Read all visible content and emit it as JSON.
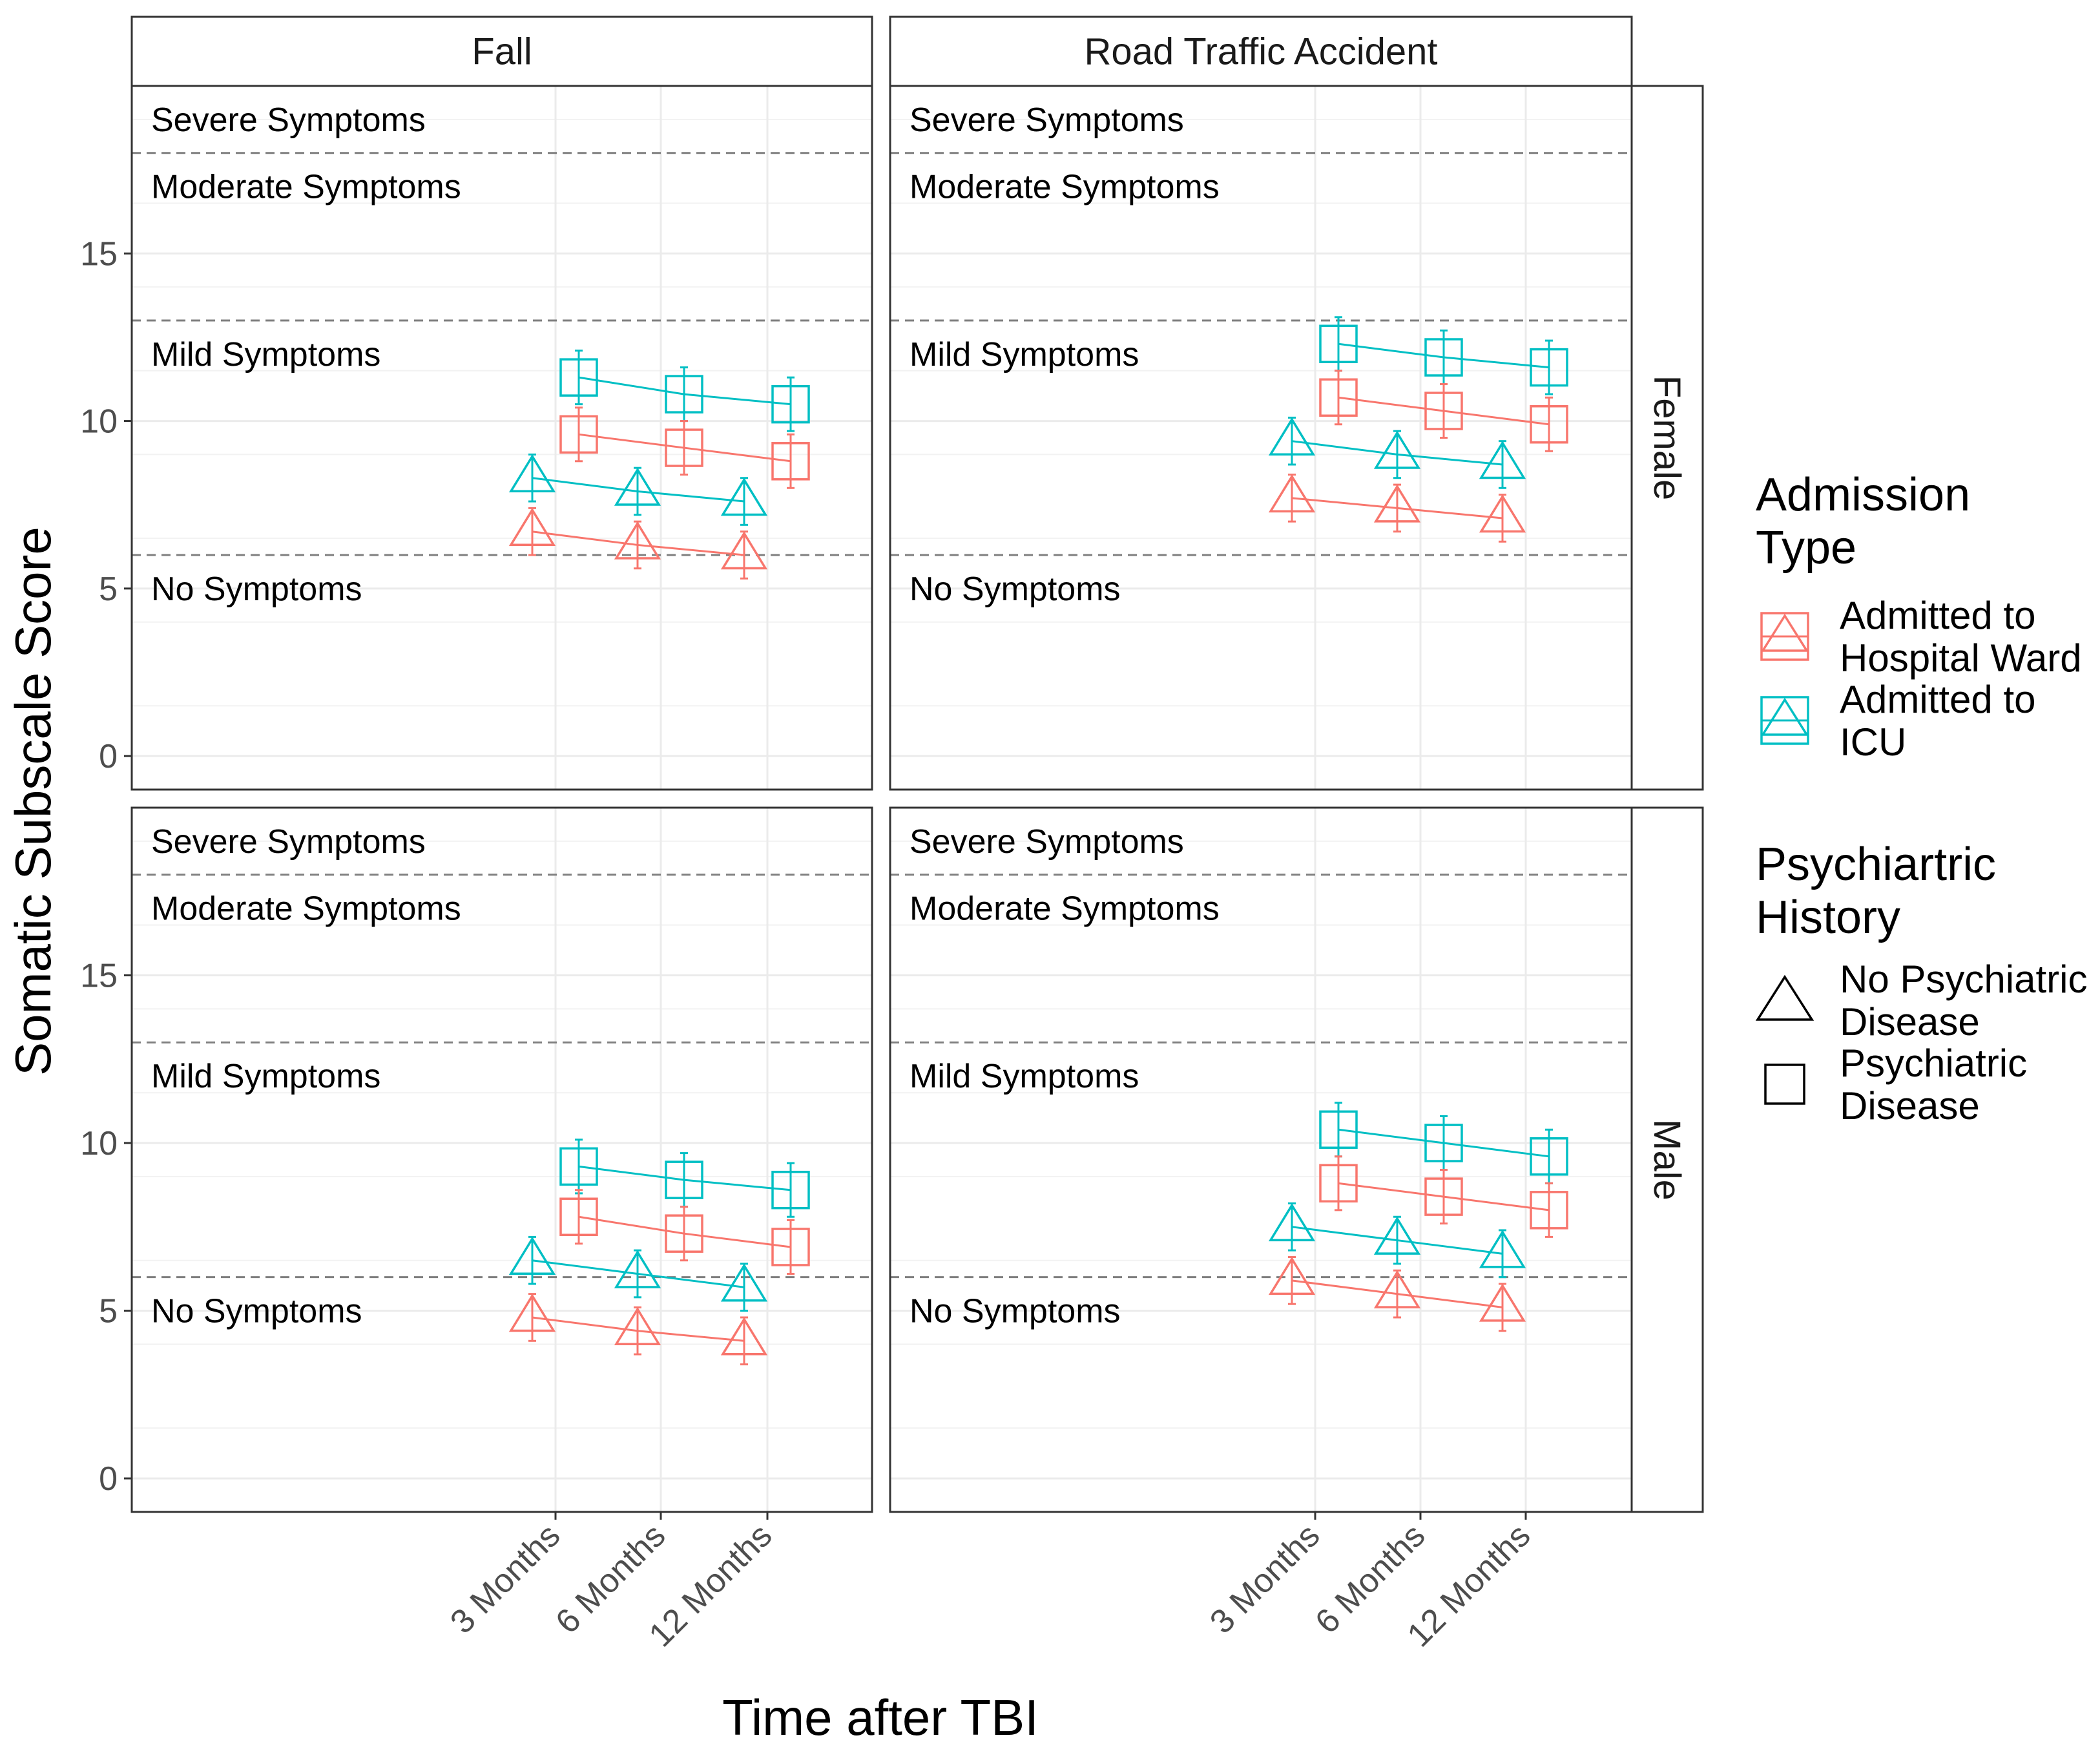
{
  "chart_data": {
    "type": "line",
    "xlabel": "Time after TBI",
    "ylabel": "Somatic Subscale Score",
    "x_categories": [
      "3 Months",
      "6 Months",
      "12 Months"
    ],
    "ylim": [
      -1,
      20
    ],
    "y_ticks": [
      0,
      5,
      10,
      15
    ],
    "grid": true,
    "facet_columns": [
      "Fall",
      "Road Traffic Accident"
    ],
    "facet_rows": [
      "Female",
      "Male"
    ],
    "thresholds": [
      6,
      13,
      18
    ],
    "band_labels": [
      {
        "label": "Severe Symptoms",
        "y": 19
      },
      {
        "label": "Moderate Symptoms",
        "y": 17
      },
      {
        "label": "Mild Symptoms",
        "y": 12
      },
      {
        "label": "No Symptoms",
        "y": 5
      }
    ],
    "colors": {
      "hospital_ward": "#F8766D",
      "icu": "#00BFC4",
      "threshold": "#7f7f7f"
    },
    "legend": {
      "placement": "right",
      "admission": {
        "title": [
          "Admission",
          "Type"
        ],
        "items": [
          {
            "key": "hospital_ward",
            "label": [
              "Admitted to",
              "Hospital Ward"
            ]
          },
          {
            "key": "icu",
            "label": [
              "Admitted to",
              "ICU"
            ]
          }
        ]
      },
      "history": {
        "title": [
          "Psychiartric",
          "History"
        ],
        "items": [
          {
            "shape": "triangle",
            "label": [
              "No Psychiatric",
              "Disease"
            ]
          },
          {
            "shape": "square",
            "label": [
              "Psychiatric",
              "Disease"
            ]
          }
        ]
      }
    },
    "panels": [
      {
        "column": "Fall",
        "row": "Female",
        "series": [
          {
            "admission": "icu",
            "shape": "square",
            "values": [
              11.3,
              10.8,
              10.5
            ],
            "error": 0.8
          },
          {
            "admission": "hospital_ward",
            "shape": "square",
            "values": [
              9.6,
              9.2,
              8.8
            ],
            "error": 0.8
          },
          {
            "admission": "icu",
            "shape": "triangle",
            "values": [
              8.3,
              7.9,
              7.6
            ],
            "error": 0.7
          },
          {
            "admission": "hospital_ward",
            "shape": "triangle",
            "values": [
              6.7,
              6.3,
              6.0
            ],
            "error": 0.7
          }
        ]
      },
      {
        "column": "Road Traffic Accident",
        "row": "Female",
        "series": [
          {
            "admission": "icu",
            "shape": "square",
            "values": [
              12.3,
              11.9,
              11.6
            ],
            "error": 0.8
          },
          {
            "admission": "hospital_ward",
            "shape": "square",
            "values": [
              10.7,
              10.3,
              9.9
            ],
            "error": 0.8
          },
          {
            "admission": "icu",
            "shape": "triangle",
            "values": [
              9.4,
              9.0,
              8.7
            ],
            "error": 0.7
          },
          {
            "admission": "hospital_ward",
            "shape": "triangle",
            "values": [
              7.7,
              7.4,
              7.1
            ],
            "error": 0.7
          }
        ]
      },
      {
        "column": "Fall",
        "row": "Male",
        "series": [
          {
            "admission": "icu",
            "shape": "square",
            "values": [
              9.3,
              8.9,
              8.6
            ],
            "error": 0.8
          },
          {
            "admission": "hospital_ward",
            "shape": "square",
            "values": [
              7.8,
              7.3,
              6.9
            ],
            "error": 0.8
          },
          {
            "admission": "icu",
            "shape": "triangle",
            "values": [
              6.5,
              6.1,
              5.7
            ],
            "error": 0.7
          },
          {
            "admission": "hospital_ward",
            "shape": "triangle",
            "values": [
              4.8,
              4.4,
              4.1
            ],
            "error": 0.7
          }
        ]
      },
      {
        "column": "Road Traffic Accident",
        "row": "Male",
        "series": [
          {
            "admission": "icu",
            "shape": "square",
            "values": [
              10.4,
              10.0,
              9.6
            ],
            "error": 0.8
          },
          {
            "admission": "hospital_ward",
            "shape": "square",
            "values": [
              8.8,
              8.4,
              8.0
            ],
            "error": 0.8
          },
          {
            "admission": "icu",
            "shape": "triangle",
            "values": [
              7.5,
              7.1,
              6.7
            ],
            "error": 0.7
          },
          {
            "admission": "hospital_ward",
            "shape": "triangle",
            "values": [
              5.9,
              5.5,
              5.1
            ],
            "error": 0.7
          }
        ]
      }
    ]
  }
}
